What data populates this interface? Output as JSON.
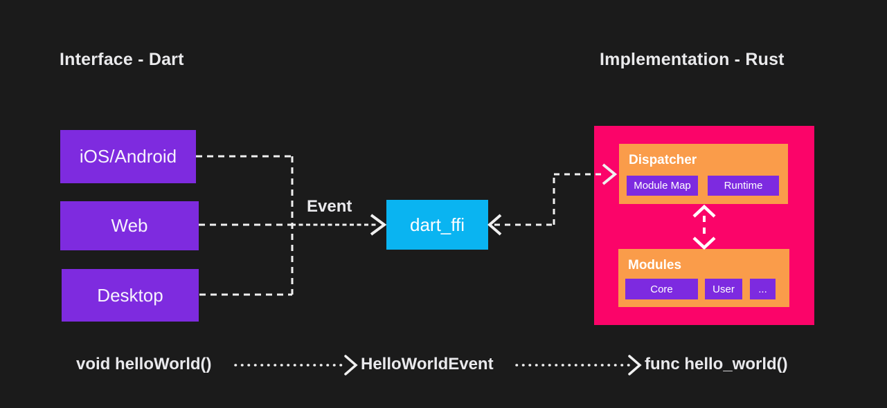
{
  "canvas": {
    "background": "#1b1b1b",
    "heading_color": "#eaeaec",
    "connector_color": "#f0f0f0"
  },
  "headers": {
    "left": "Interface - Dart",
    "right": "Implementation - Rust"
  },
  "interface": {
    "box_color": "#7e2bdf",
    "platforms": [
      "iOS/Android",
      "Web",
      "Desktop"
    ]
  },
  "event_label": "Event",
  "bridge": {
    "label": "dart_ffi",
    "color": "#0ab4f1"
  },
  "implementation": {
    "panel_color": "#fb0469",
    "group_color": "#fa9c4a",
    "chip_color": "#7d2ae0",
    "dispatcher": {
      "title": "Dispatcher",
      "chips": [
        "Module Map",
        "Runtime"
      ]
    },
    "modules": {
      "title": "Modules",
      "chips": [
        "Core",
        "User",
        "..."
      ]
    }
  },
  "flow": {
    "left": "void helloWorld()",
    "middle": "HelloWorldEvent",
    "right": "func hello_world()"
  }
}
